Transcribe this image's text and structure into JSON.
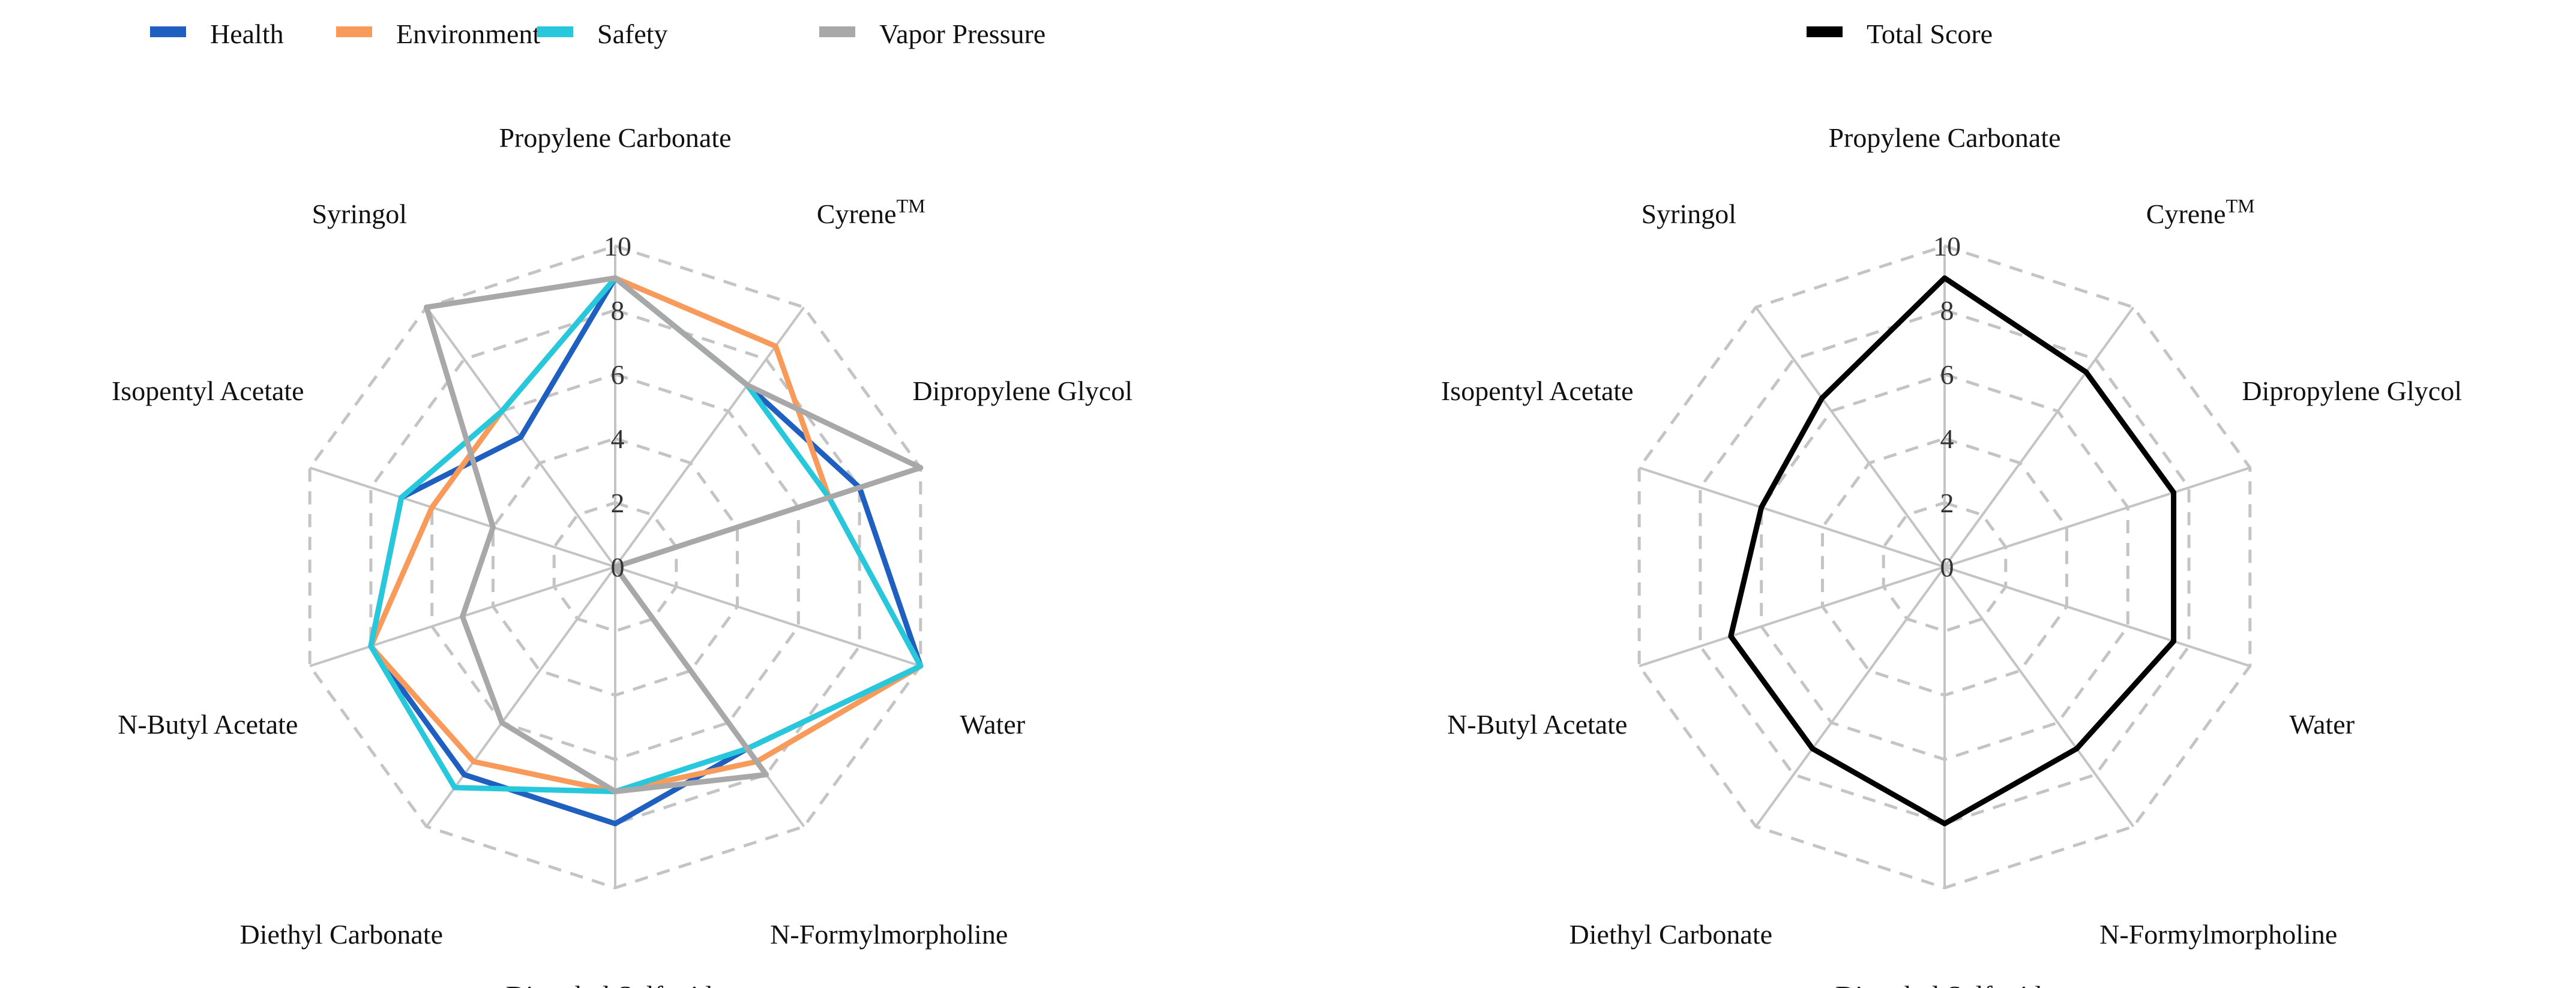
{
  "chart_data": [
    {
      "type": "radar",
      "categories": [
        "Propylene Carbonate",
        "Cyrene",
        "Dipropylene Glycol",
        "Water",
        "N-Formylmorpholine",
        "Dimethyl Sulfoxide",
        "Diethyl Carbonate",
        "N-Butyl Acetate",
        "Isopentyl Acetate",
        "Syringol"
      ],
      "category_superscripts": [
        "",
        "TM",
        "",
        "",
        "",
        "",
        "",
        "",
        "",
        ""
      ],
      "rticks": [
        "0",
        "2",
        "4",
        "6",
        "8",
        "10"
      ],
      "rlim": [
        0,
        10
      ],
      "grid": true,
      "legend_position": "top-left",
      "series": [
        {
          "name": "Health",
          "color": "#1f5fbf",
          "values": [
            9,
            7,
            8,
            10,
            7,
            8,
            8,
            8,
            7,
            5
          ]
        },
        {
          "name": "Environment",
          "color": "#f79a5a",
          "values": [
            9,
            8.5,
            7,
            10,
            7.5,
            7,
            7.5,
            8,
            6,
            6
          ]
        },
        {
          "name": "Safety",
          "color": "#27c8dc",
          "values": [
            9,
            7,
            7,
            10,
            7,
            7,
            8.5,
            8,
            7,
            6
          ]
        },
        {
          "name": "Vapor Pressure",
          "color": "#a8a8a8",
          "values": [
            9,
            7,
            10,
            0,
            8,
            7,
            6,
            5,
            4,
            10
          ]
        }
      ]
    },
    {
      "type": "radar",
      "categories": [
        "Propylene Carbonate",
        "Cyrene",
        "Dipropylene Glycol",
        "Water",
        "N-Formylmorpholine",
        "Dimethyl Sulfoxide",
        "Diethyl Carbonate",
        "N-Butyl Acetate",
        "Isopentyl Acetate",
        "Syringol"
      ],
      "category_superscripts": [
        "",
        "TM",
        "",
        "",
        "",
        "",
        "",
        "",
        "",
        ""
      ],
      "rticks": [
        "0",
        "2",
        "4",
        "6",
        "8",
        "10"
      ],
      "rlim": [
        0,
        10
      ],
      "grid": true,
      "legend_position": "top-center",
      "series": [
        {
          "name": "Total Score",
          "color": "#000000",
          "values": [
            9,
            7.5,
            7.5,
            7.5,
            7,
            8,
            7,
            7,
            6,
            6.5
          ]
        }
      ]
    }
  ]
}
